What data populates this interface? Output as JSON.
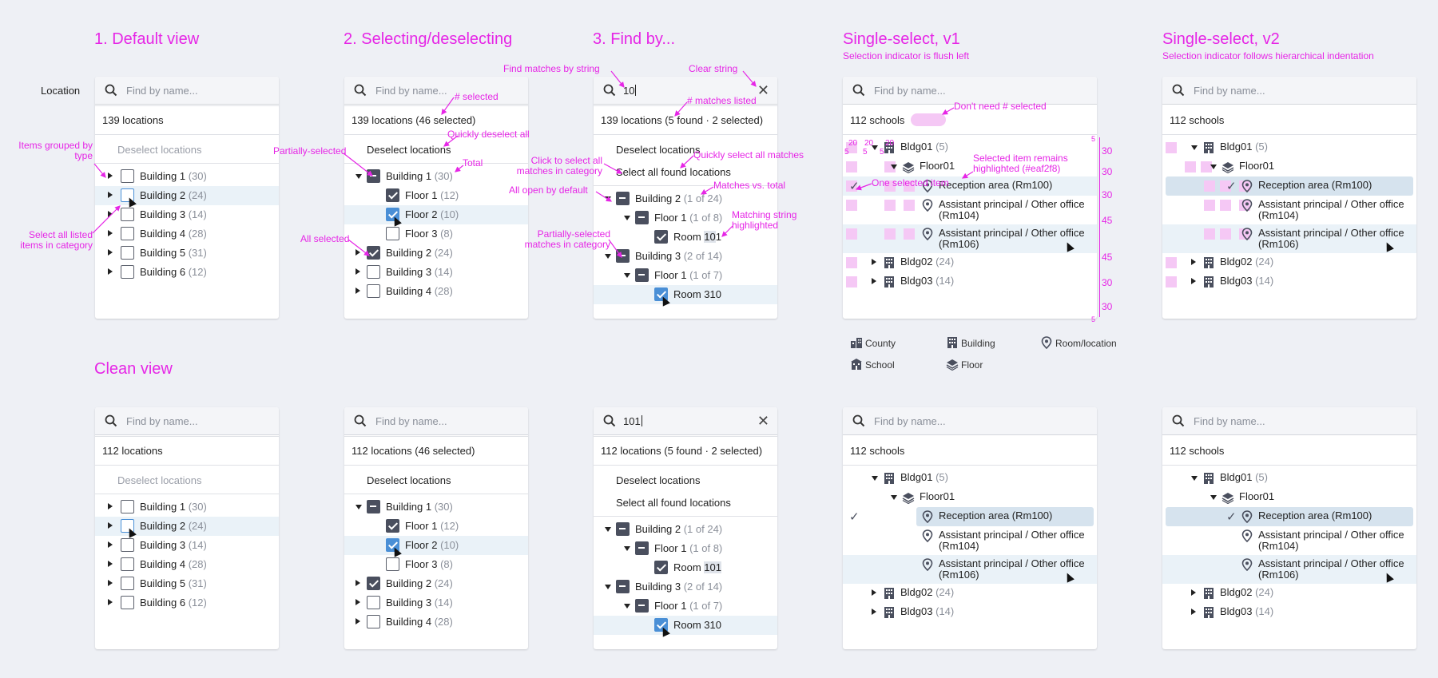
{
  "headings": {
    "default_view": "1. Default view",
    "selecting": "2. Selecting/deselecting",
    "find_by": "3. Find by...",
    "single_v1": "Single-select, v1",
    "single_v1_sub": "Selection indicator is flush left",
    "single_v2": "Single-select, v2",
    "single_v2_sub": "Selection indicator follows hierarchical indentation",
    "clean_view": "Clean view"
  },
  "location_label": "Location",
  "placeholder": "Find by name...",
  "search_values": {
    "find_top": "10",
    "find_bottom": "101"
  },
  "counts": {
    "p1_top": "139 locations",
    "p2_top": "139 locations (46 selected)",
    "p3_top": "139 locations (5 found · 2 selected)",
    "p1_bottom": "112 locations",
    "p2_bottom": "112 locations (46 selected)",
    "p3_bottom": "112 locations (5 found · 2 selected)",
    "schools": "112 schools"
  },
  "actions": {
    "deselect": "Deselect locations",
    "select_found": "Select all found locations"
  },
  "panel1_rows": [
    {
      "label": "Building 1",
      "n": "(30)"
    },
    {
      "label": "Building 2",
      "n": "(24)"
    },
    {
      "label": "Building 3",
      "n": "(14)"
    },
    {
      "label": "Building 4",
      "n": "(28)"
    },
    {
      "label": "Building 5",
      "n": "(31)"
    },
    {
      "label": "Building 6",
      "n": "(12)"
    }
  ],
  "panel2_rows": [
    {
      "label": "Building 1",
      "n": "(30)"
    },
    {
      "label": "Floor 1",
      "n": "(12)"
    },
    {
      "label": "Floor 2",
      "n": "(10)"
    },
    {
      "label": "Floor 3",
      "n": "(8)"
    },
    {
      "label": "Building 2",
      "n": "(24)"
    },
    {
      "label": "Building 3",
      "n": "(14)"
    },
    {
      "label": "Building 4",
      "n": "(28)"
    }
  ],
  "panel3_rows": [
    {
      "label": "Building 2",
      "n": "(1 of 24)"
    },
    {
      "label": "Floor 1",
      "n": "(1 of 8)"
    },
    {
      "label": "Room 101",
      "n": ""
    },
    {
      "label": "Building 3",
      "n": "(2 of 14)"
    },
    {
      "label": "Floor 1",
      "n": "(1 of 7)"
    },
    {
      "label": "Room 310",
      "n": ""
    }
  ],
  "single_rows": [
    {
      "label": "Bldg01",
      "n": "(5)"
    },
    {
      "label": "Floor01",
      "n": ""
    },
    {
      "label": "Reception area (Rm100)",
      "n": ""
    },
    {
      "label": "Assistant principal / Other office",
      "label2": "(Rm104)"
    },
    {
      "label": "Assistant principal / Other office",
      "label2": "(Rm106)"
    },
    {
      "label": "Bldg02",
      "n": "(24)"
    },
    {
      "label": "Bldg03",
      "n": "(14)"
    }
  ],
  "legend": {
    "county": "County",
    "building": "Building",
    "room": "Room/location",
    "school": "School",
    "floor": "Floor"
  },
  "annotations": {
    "grouped": "Items grouped by\ntype",
    "select_all_listed": "Select all listed\nitems in category",
    "num_selected": "# selected",
    "quick_deselect": "Quickly deselect all",
    "partially": "Partially-selected",
    "total": "Total",
    "all_selected": "All selected",
    "find_matches": "Find matches by string",
    "clear_string": "Clear string",
    "matches_listed": "# matches listed",
    "click_select_all": "Click to select all\nmatches in category",
    "quick_select_matches": "Quickly select all matches",
    "all_open": "All open by default",
    "matches_vs_total": "Matches vs. total",
    "matching_highlight": "Matching string\nhighlighted",
    "partial_matches": "Partially-selected\nmatches in category",
    "dont_need": "Don't need # selected",
    "selected_remains": "Selected item remains\nhighlighted (#eaf2f8)",
    "one_selected": "One selected item"
  },
  "spacing_marks": {
    "top": [
      "20",
      "20",
      "20"
    ],
    "left": [
      "5",
      "5",
      "5"
    ],
    "right": [
      "5",
      "30",
      "30",
      "30",
      "45",
      "45",
      "30",
      "30",
      "5"
    ]
  },
  "colors": {
    "annotation": "#e626e6",
    "selected_row": "#eaf2f8",
    "checkbox": "#4a4f5e",
    "checkbox_blue": "#4a8fd6"
  }
}
